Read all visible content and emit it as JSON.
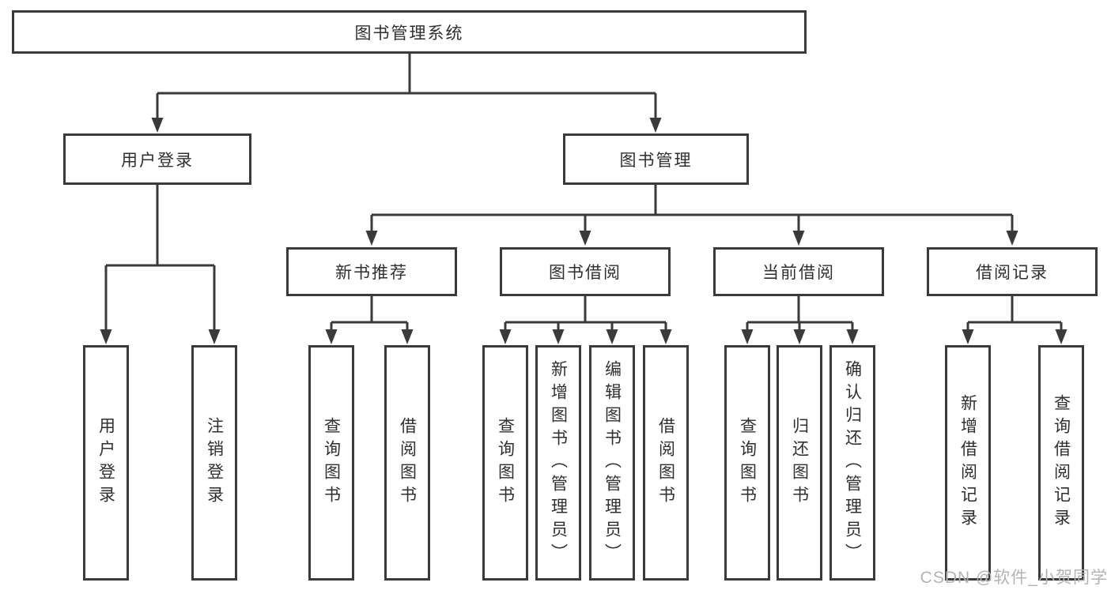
{
  "diagram": {
    "title": "图书管理系统",
    "root": {
      "label": "图书管理系统"
    },
    "branches": [
      {
        "label": "用户登录",
        "children": [
          {
            "label": "用户登录"
          },
          {
            "label": "注销登录"
          }
        ]
      },
      {
        "label": "图书管理",
        "sections": [
          {
            "label": "新书推荐",
            "children": [
              {
                "label": "查询图书"
              },
              {
                "label": "借阅图书"
              }
            ]
          },
          {
            "label": "图书借阅",
            "children": [
              {
                "label": "查询图书"
              },
              {
                "label": "新增图书（管理员）"
              },
              {
                "label": "编辑图书（管理员）"
              },
              {
                "label": "借阅图书"
              }
            ]
          },
          {
            "label": "当前借阅",
            "children": [
              {
                "label": "查询图书"
              },
              {
                "label": "归还图书"
              },
              {
                "label": "确认归还（管理员）"
              }
            ]
          },
          {
            "label": "借阅记录",
            "children": [
              {
                "label": "新增借阅记录"
              },
              {
                "label": "查询借阅记录"
              }
            ]
          }
        ]
      }
    ]
  },
  "watermark": {
    "text": "CSDN @软件_小贺同学"
  },
  "colors": {
    "line": "#3a3a3a",
    "text": "#2f2f2f",
    "watermark": "#b3b3b3",
    "background": "#ffffff"
  }
}
